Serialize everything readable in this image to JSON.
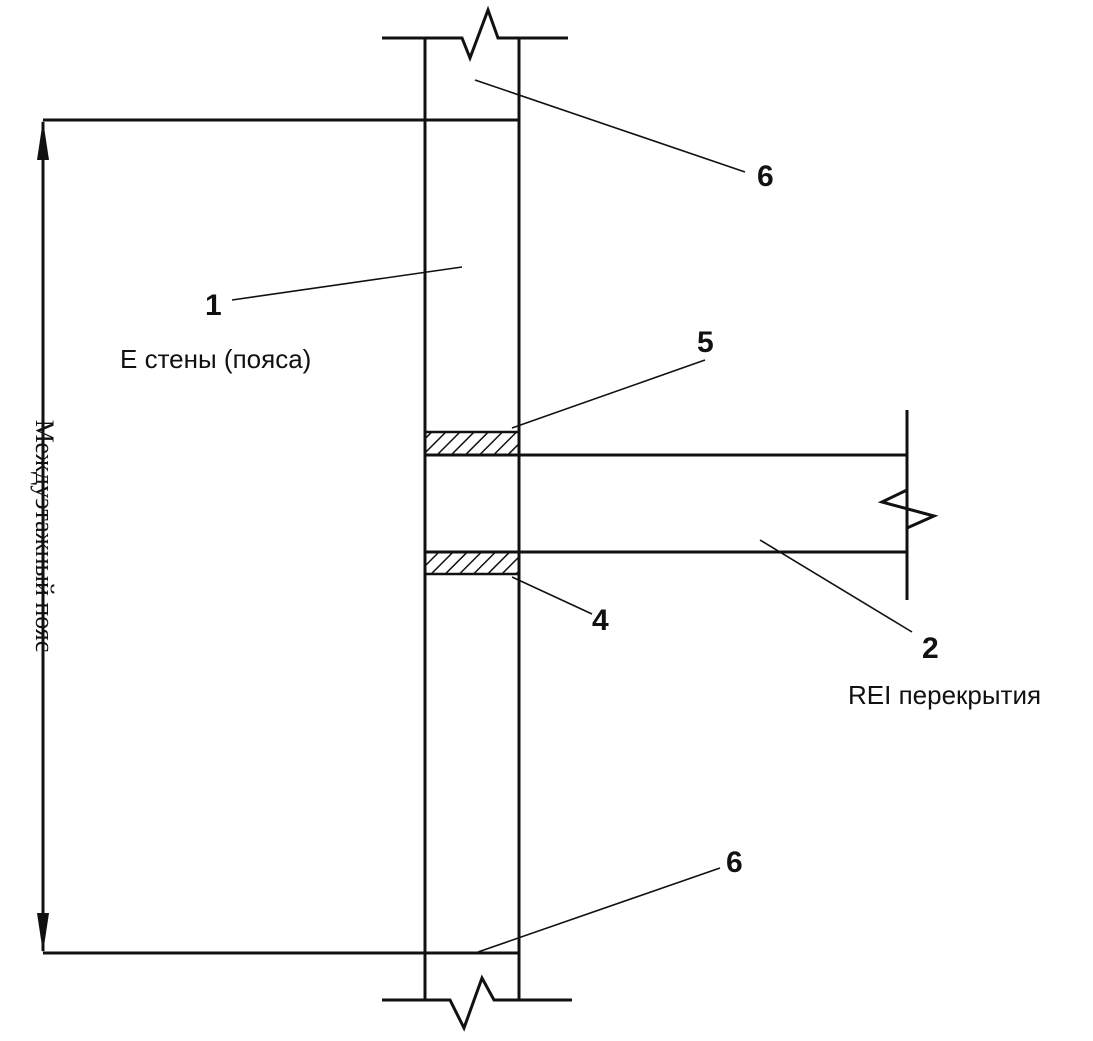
{
  "labels": {
    "n1": "1",
    "n2": "2",
    "n4": "4",
    "n5": "5",
    "n6_top": "6",
    "n6_bottom": "6",
    "wall_caption": "E стены (пояса)",
    "floor_caption": "REI перекрытия",
    "dimension_caption": "Междуэтажный пояс"
  },
  "colors": {
    "ink": "#111111",
    "background": "#ffffff"
  }
}
